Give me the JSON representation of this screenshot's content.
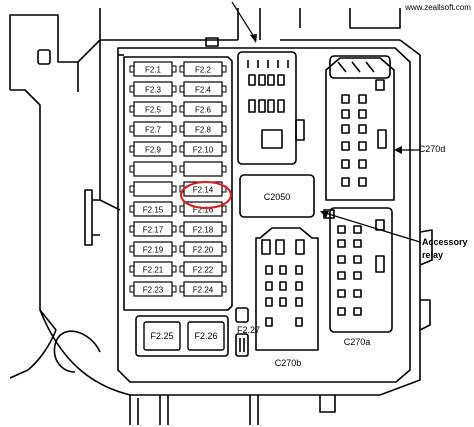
{
  "watermark": "www.zeallsoft.com",
  "fuses_left": [
    "F2.1",
    "F2.3",
    "F2.5",
    "F2.7",
    "F2.9",
    "",
    "",
    "F2.15",
    "F2.17",
    "F2.19",
    "F2.21",
    "F2.23"
  ],
  "fuses_right": [
    "F2.2",
    "F2.4",
    "F2.6",
    "F2.8",
    "F2.10",
    "",
    "F2.14",
    "F2.16",
    "F2.18",
    "F2.20",
    "F2.22",
    "F2.24"
  ],
  "big_fuses": [
    "F2.25",
    "F2.26"
  ],
  "small_fuse": "F2.27",
  "connectors": {
    "c2050": "C2050",
    "c270d": "C270d",
    "c270b": "C270b",
    "c270a": "C270a"
  },
  "callouts": {
    "accessory_relay_line1": "Accessory",
    "accessory_relay_line2": "relay"
  },
  "highlight_color": "#d42020"
}
